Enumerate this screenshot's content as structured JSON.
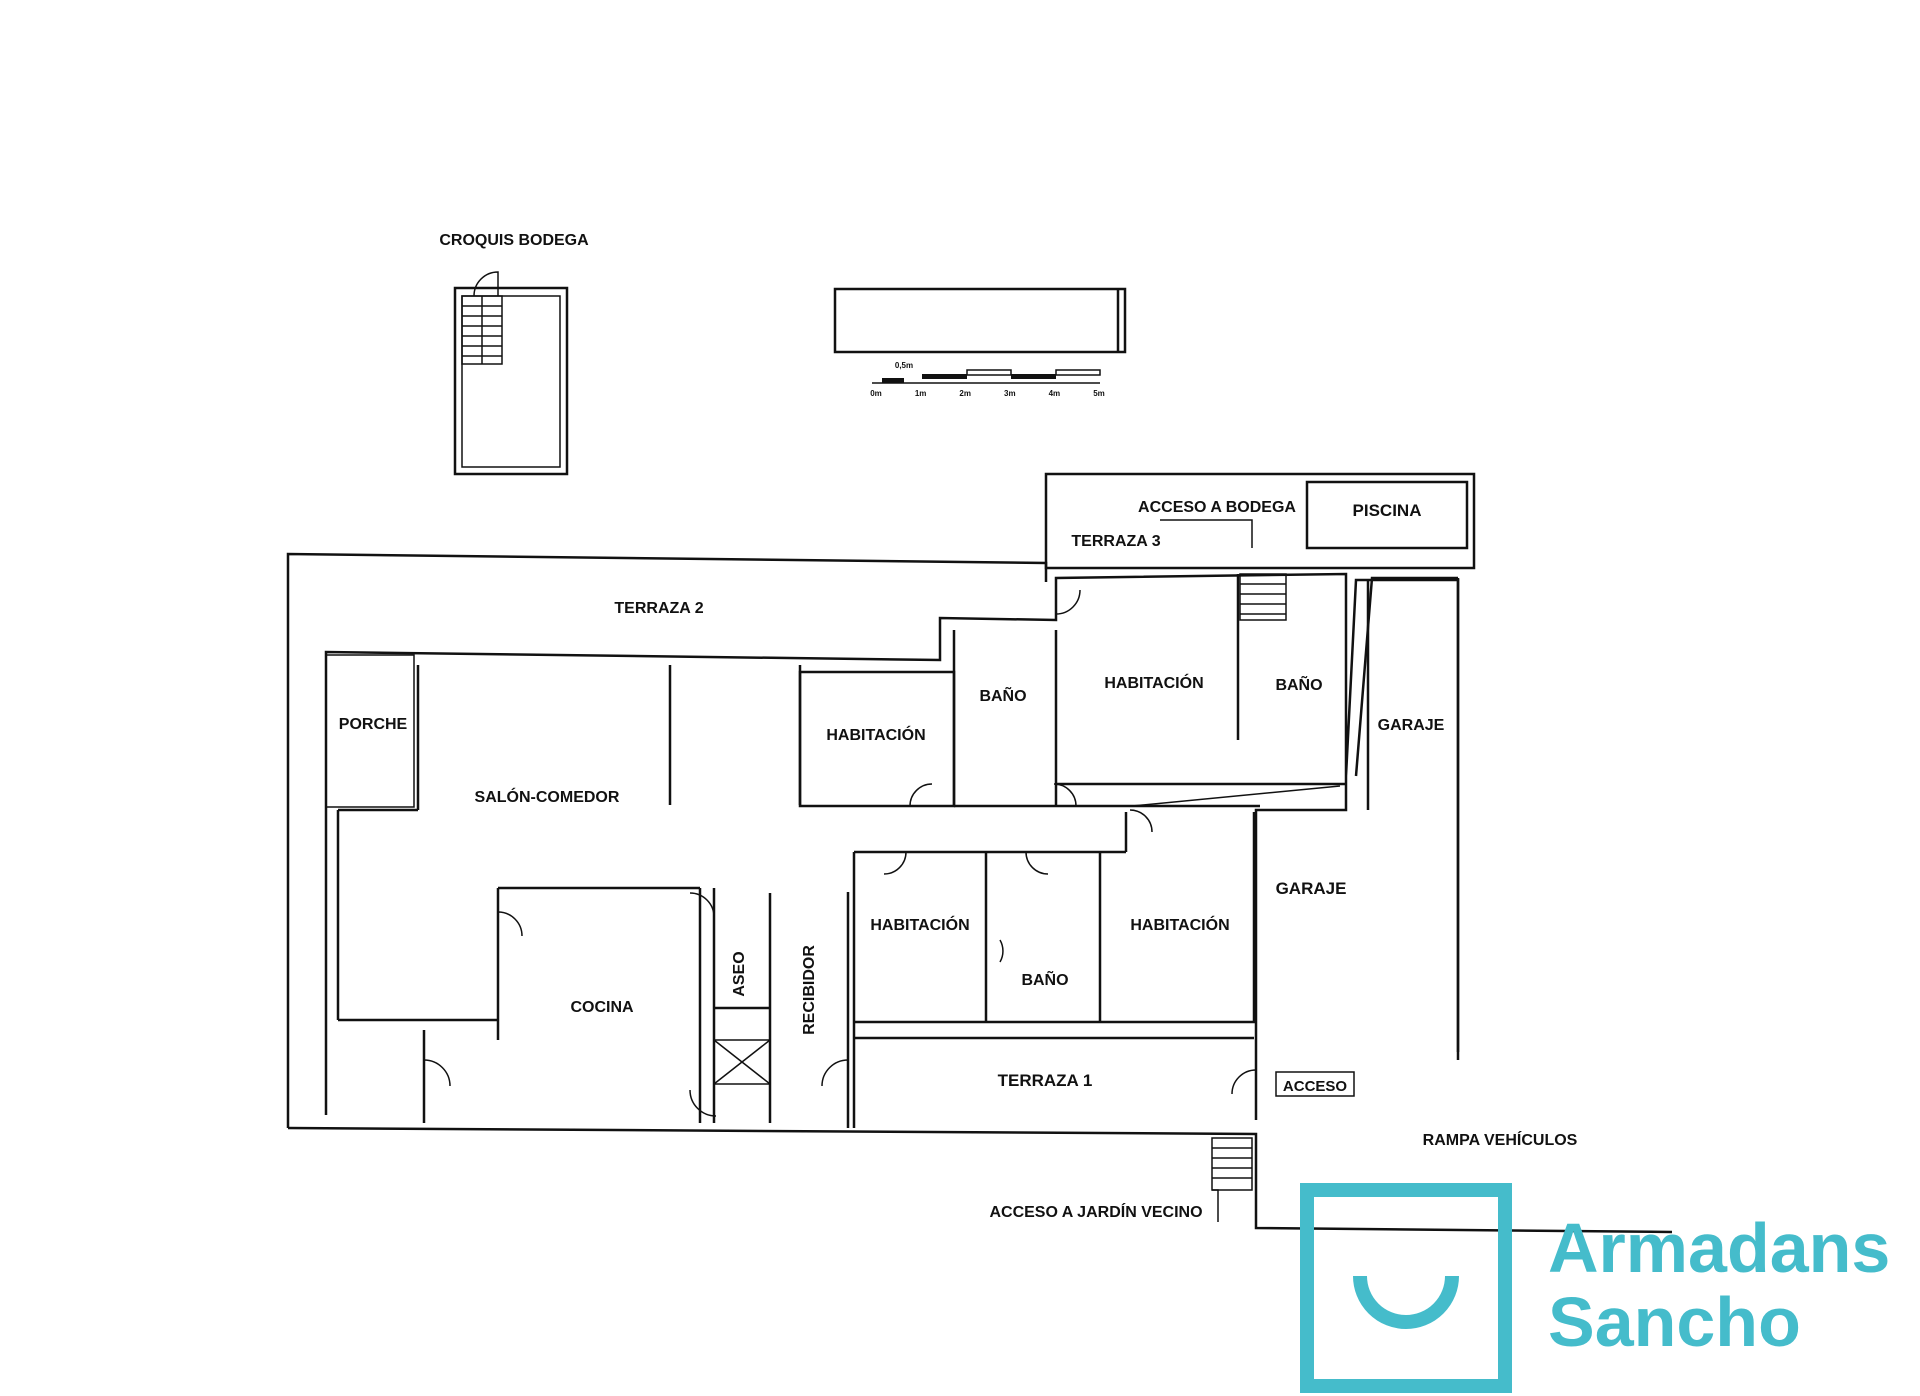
{
  "colors": {
    "ink": "#111111",
    "brand": "#45bccb",
    "paper": "#ffffff"
  },
  "plan": {
    "cellar_title": "CROQUIS BODEGA",
    "scale": {
      "half": "0,5m",
      "ticks": [
        "0m",
        "1m",
        "2m",
        "3m",
        "4m",
        "5m"
      ]
    },
    "rooms": {
      "piscina": "PISCINA",
      "acceso_bodega": "ACCESO A BODEGA",
      "terraza3": "TERRAZA 3",
      "terraza2": "TERRAZA 2",
      "porche": "PORCHE",
      "salon": "SALÓN-COMEDOR",
      "habitacion_1": "HABITACIÓN",
      "bano_1": "BAÑO",
      "habitacion_2": "HABITACIÓN",
      "bano_2": "BAÑO",
      "garaje_1": "GARAJE",
      "garaje_2": "GARAJE",
      "habitacion_3": "HABITACIÓN",
      "bano_3": "BAÑO",
      "habitacion_4": "HABITACIÓN",
      "cocina": "COCINA",
      "aseo": "ASEO",
      "recibidor": "RECIBIDOR",
      "terraza1": "TERRAZA 1",
      "acceso": "ACCESO",
      "rampa": "RAMPA VEHÍCULOS",
      "acceso_jardin": "ACCESO A JARDÍN VECINO"
    }
  },
  "logo": {
    "line1": "Armadans",
    "line2": "Sancho"
  }
}
